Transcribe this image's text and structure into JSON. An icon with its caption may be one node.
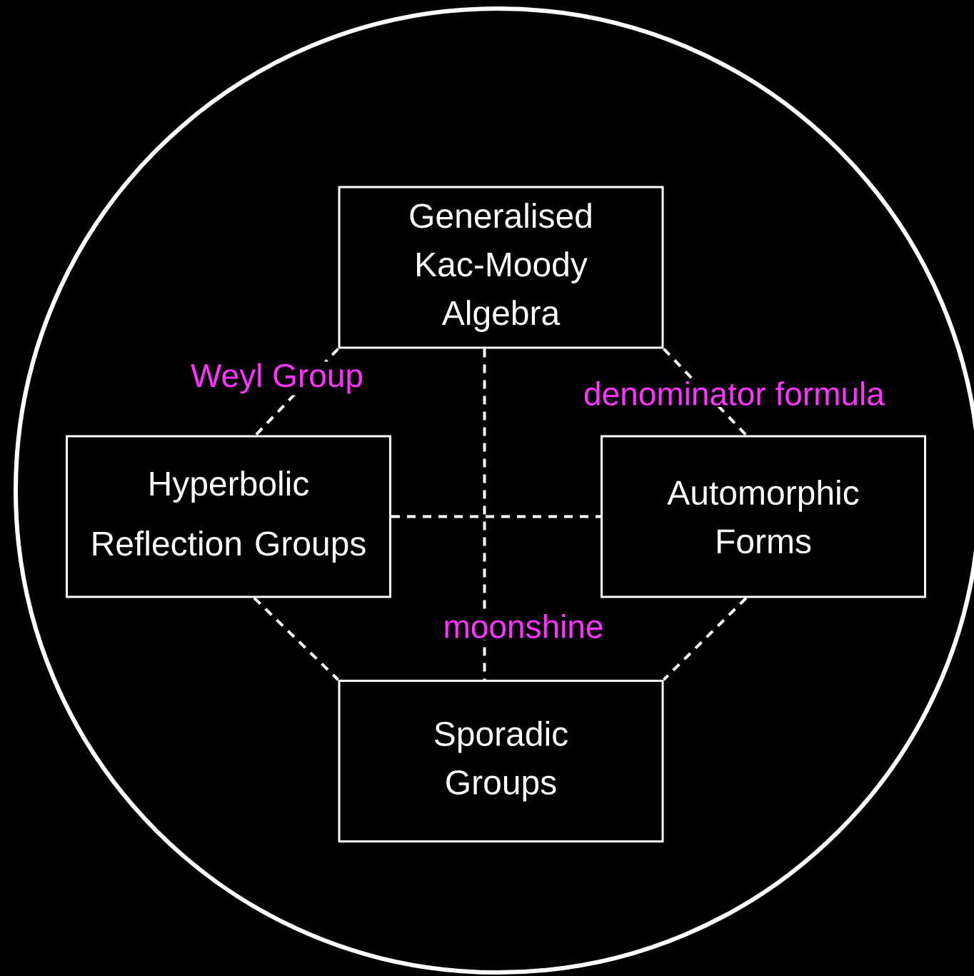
{
  "diagram": {
    "nodes": [
      {
        "text": [
          "Generalised Kac-Moody Algebra"
        ]
      },
      {
        "text": [
          "Hyperbolic Reflection Groups"
        ]
      },
      {
        "text": [
          "Automorphic Forms"
        ]
      },
      {
        "text": [
          "Sporadic Groups"
        ]
      }
    ],
    "edges": [
      {
        "from": 0,
        "to": 1,
        "arrow": "none",
        "style": "dashed",
        "label": "Weyl Group"
      },
      {
        "from": 0,
        "to": 2,
        "arrow": "none",
        "style": "dashed",
        "label": "denominator formula"
      },
      {
        "from": 1,
        "to": 2,
        "arrow": "none",
        "style": "dashed"
      },
      {
        "from": 0,
        "to": 3,
        "arrow": "none",
        "style": "dashed",
        "label": "moonshine"
      },
      {
        "from": 1,
        "to": 3,
        "arrow": "none",
        "style": "dashed"
      },
      {
        "from": 2,
        "to": 3,
        "arrow": "none",
        "style": "dashed"
      }
    ]
  }
}
